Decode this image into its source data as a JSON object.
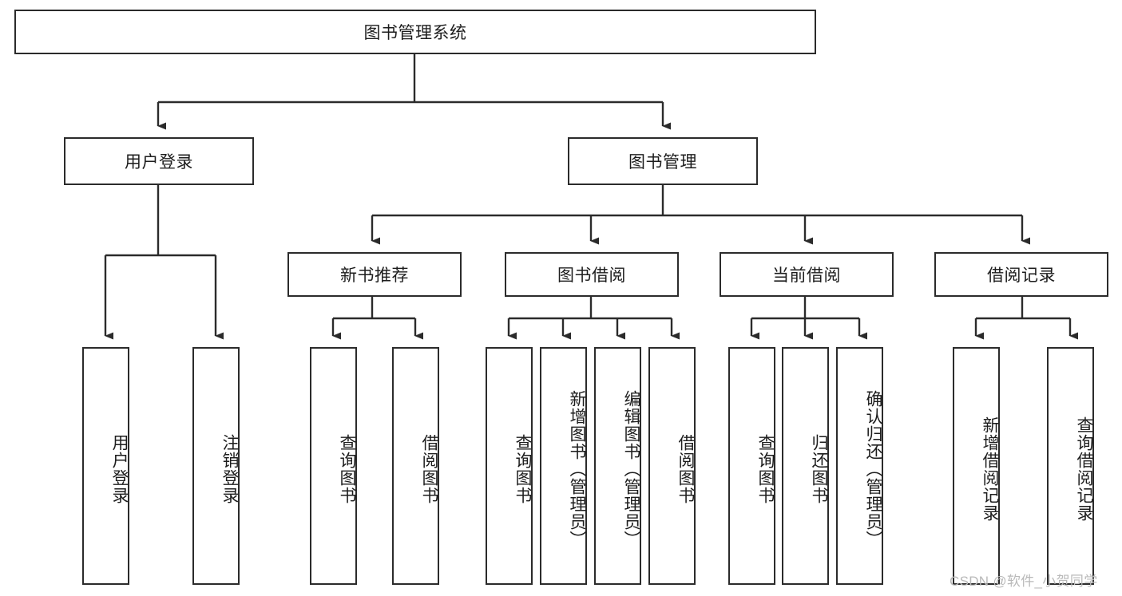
{
  "diagram": {
    "title": "图书管理系统",
    "type": "tree",
    "root": {
      "label": "图书管理系统"
    },
    "level2": [
      {
        "label": "用户登录"
      },
      {
        "label": "图书管理"
      }
    ],
    "level3": [
      {
        "label": "新书推荐"
      },
      {
        "label": "图书借阅"
      },
      {
        "label": "当前借阅"
      },
      {
        "label": "借阅记录"
      }
    ],
    "leaves": {
      "user_login": [
        {
          "label": "用户登录"
        },
        {
          "label": "注销登录"
        }
      ],
      "new_book_recommend": [
        {
          "label": "查询图书"
        },
        {
          "label": "借阅图书"
        }
      ],
      "book_borrow": [
        {
          "label": "查询图书"
        },
        {
          "label": "新增图书（管理员）"
        },
        {
          "label": "编辑图书（管理员）"
        },
        {
          "label": "借阅图书"
        }
      ],
      "current_borrow": [
        {
          "label": "查询图书"
        },
        {
          "label": "归还图书"
        },
        {
          "label": "确认归还（管理员）"
        }
      ],
      "borrow_record": [
        {
          "label": "新增借阅记录"
        },
        {
          "label": "查询借阅记录"
        }
      ]
    }
  },
  "watermark": {
    "text": "CSDN @软件_小贺同学"
  },
  "colors": {
    "stroke": "#2b2b2b",
    "background": "#ffffff",
    "text": "#1d1d1d",
    "watermark": "#b9b9b9"
  }
}
